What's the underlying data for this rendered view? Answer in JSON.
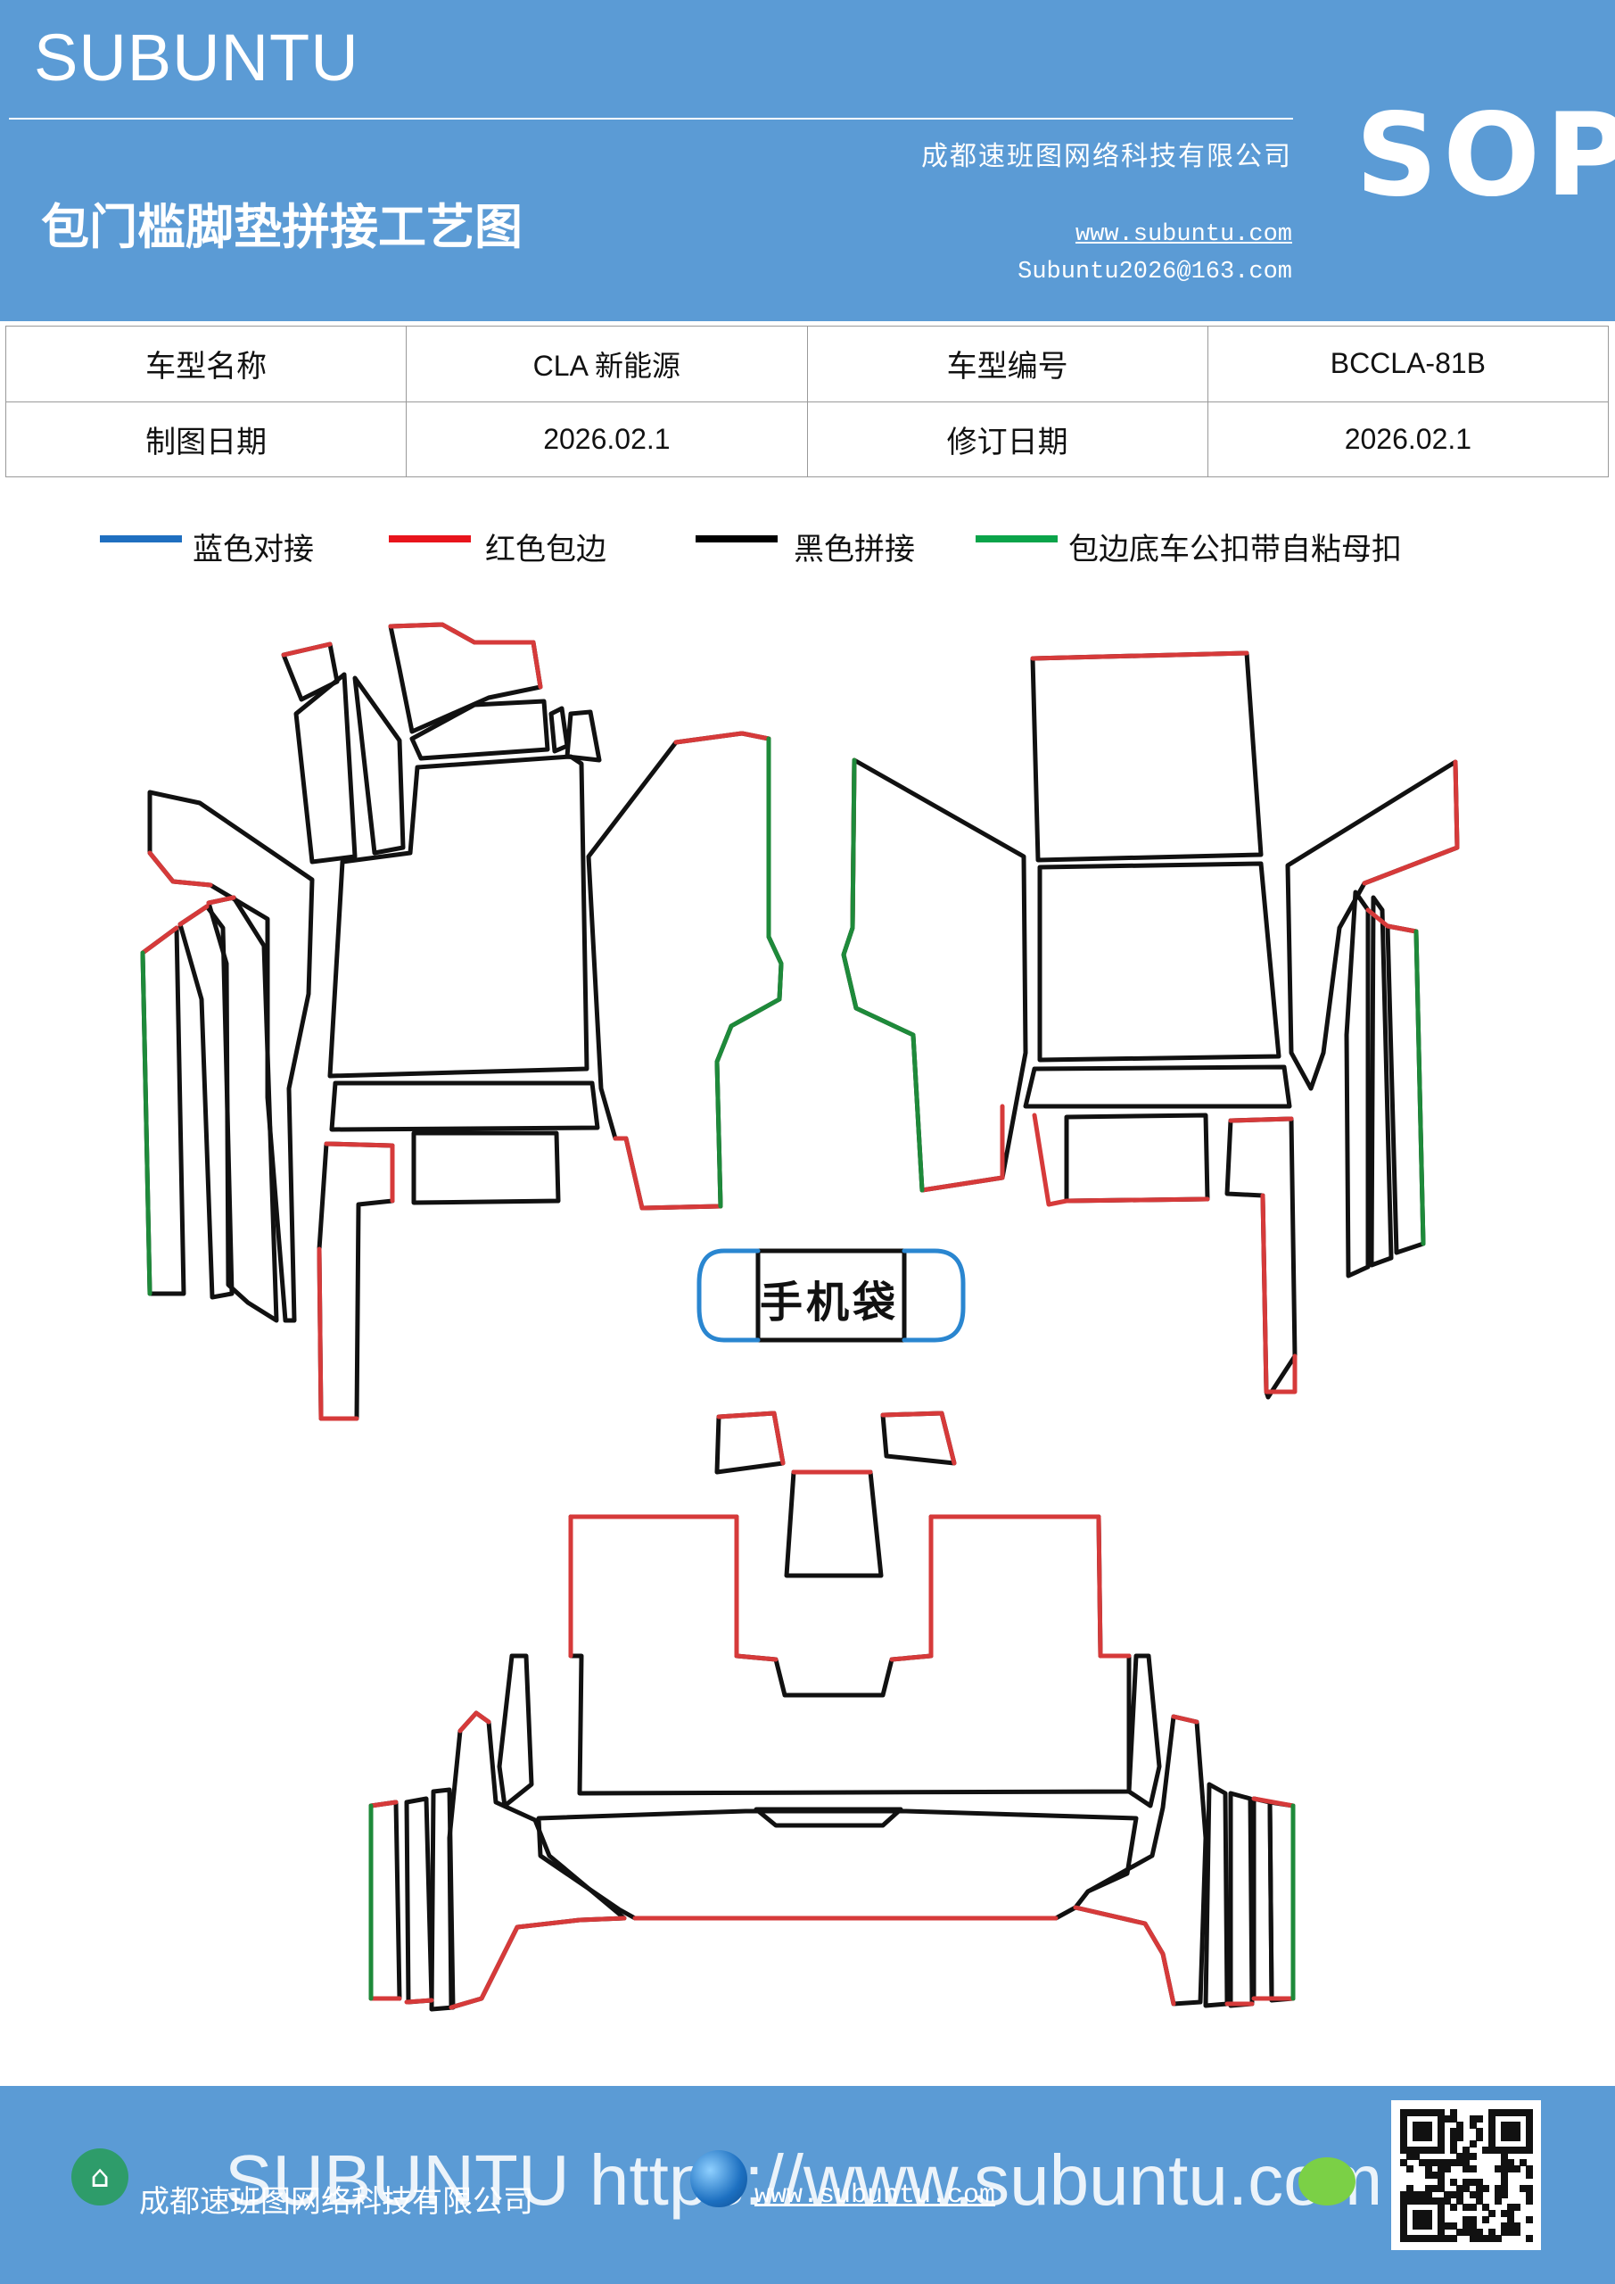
{
  "header": {
    "brand": "SUBUNTU",
    "title": "包门槛脚垫拼接工艺图",
    "company": "成都速班图网络科技有限公司",
    "website": "www.subuntu.com",
    "email": "Subuntu2026@163.com",
    "badge": "SOP"
  },
  "info": {
    "rows": [
      {
        "label1": "车型名称",
        "value1": "CLA 新能源",
        "label2": "车型编号",
        "value2": "BCCLA-81B"
      },
      {
        "label1": "制图日期",
        "value1": "2026.02.1",
        "label2": "修订日期",
        "value2": "2026.02.1"
      }
    ]
  },
  "legend": [
    {
      "label": "蓝色对接",
      "color": "#1f6fc0"
    },
    {
      "label": "红色包边",
      "color": "#e8141c"
    },
    {
      "label": "黑色拼接",
      "color": "#000000"
    },
    {
      "label": "包边底车公扣带自粘母扣",
      "color": "#0aa44a"
    }
  ],
  "diagram": {
    "phone_pocket_label": "手机袋",
    "colors": {
      "outline": "#111111",
      "edge": "#d63a3a",
      "velcro": "#1e8a3a",
      "joint": "#2a86d0"
    }
  },
  "footer": {
    "watermark": "SUBUNTU https://www.subuntu.com",
    "company": "成都速班图网络科技有限公司",
    "website": "www.subuntu.com",
    "icons": [
      "building-icon",
      "globe-icon",
      "wechat-icon",
      "qr-code"
    ]
  }
}
